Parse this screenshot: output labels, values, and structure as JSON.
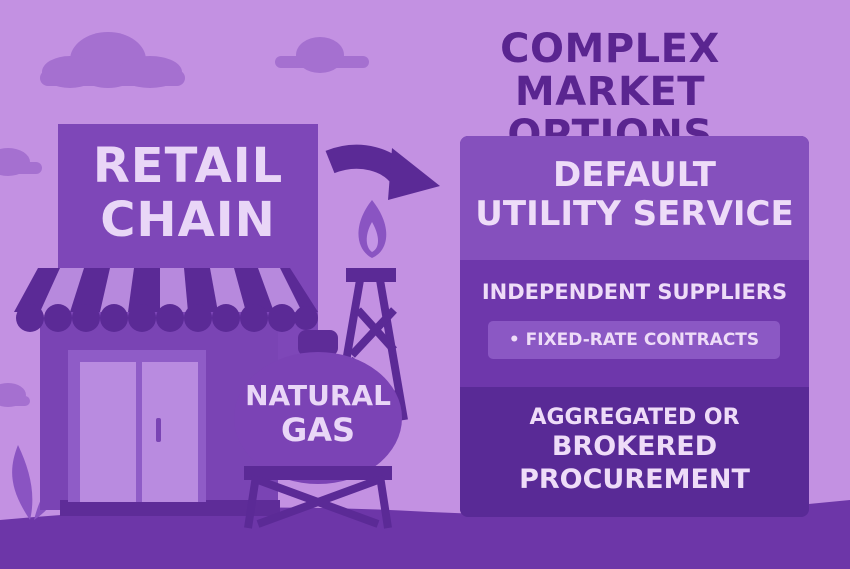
{
  "headline": {
    "line1": "COMPLEX MARKET",
    "line2": "OPTIONS"
  },
  "store": {
    "line1": "RETAIL",
    "line2": "CHAIN"
  },
  "gas_tank": {
    "line1": "NATURAL",
    "line2": "GAS"
  },
  "options_panel": {
    "section1": {
      "line1": "DEFAULT",
      "line2": "UTILITY SERVICE"
    },
    "section2": {
      "title": "INDEPENDENT SUPPLIERS",
      "bullet": "• FIXED-RATE CONTRACTS"
    },
    "section3": {
      "line1": "AGGREGATED OR",
      "line2": "BROKERED",
      "line3": "PROCUREMENT"
    }
  },
  "colors": {
    "background": "#c391e2",
    "dark_purple": "#5a2590",
    "store_purple": "#7a44b4",
    "light_text": "#e9d6f7"
  }
}
